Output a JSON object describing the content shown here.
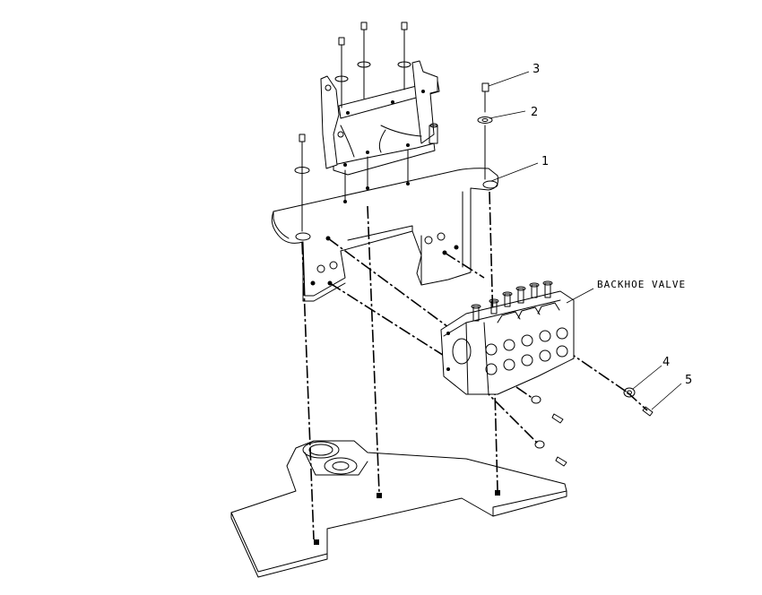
{
  "callouts": [
    {
      "id": "1",
      "label": "1"
    },
    {
      "id": "2",
      "label": "2"
    },
    {
      "id": "3",
      "label": "3"
    },
    {
      "id": "4",
      "label": "4"
    },
    {
      "id": "5",
      "label": "5"
    }
  ],
  "valve_label": "BACKHOE VALVE"
}
